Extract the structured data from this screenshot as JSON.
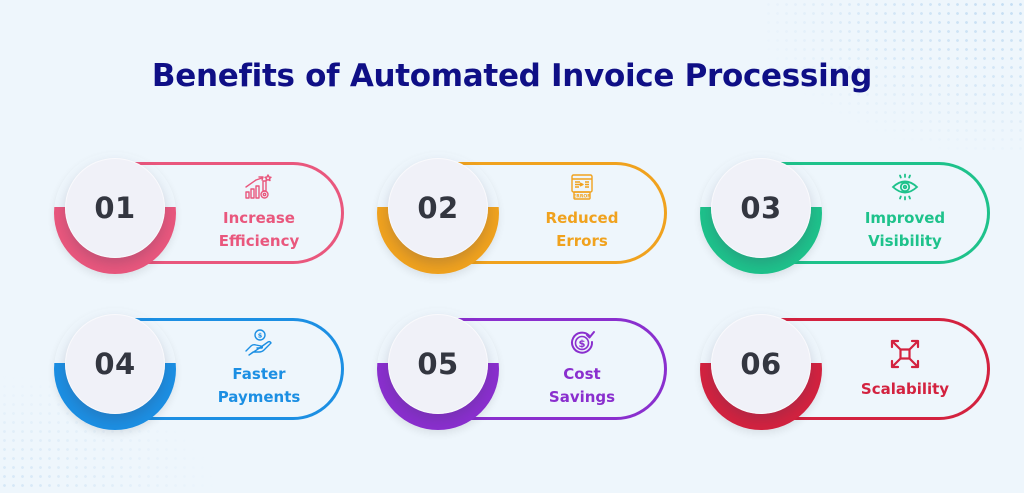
{
  "title": "Benefits of Automated Invoice Processing",
  "colors": {
    "title": "#0f0f86",
    "number_text": "#333640",
    "background": "#eef6fc"
  },
  "benefits": [
    {
      "number": "01",
      "label_line1": "Increase",
      "label_line2": "Efficiency",
      "icon": "efficiency-chart-icon",
      "color": "#e9577d"
    },
    {
      "number": "02",
      "label_line1": "Reduced",
      "label_line2": "Errors",
      "icon": "error-document-icon",
      "color": "#f0a21e"
    },
    {
      "number": "03",
      "label_line1": "Improved",
      "label_line2": "Visibility",
      "icon": "eye-icon",
      "color": "#1ec28b"
    },
    {
      "number": "04",
      "label_line1": "Faster",
      "label_line2": "Payments",
      "icon": "hand-coin-icon",
      "color": "#1c8fe3"
    },
    {
      "number": "05",
      "label_line1": "Cost",
      "label_line2": "Savings",
      "icon": "dollar-check-icon",
      "color": "#8a2fce"
    },
    {
      "number": "06",
      "label_line1": "Scalability",
      "label_line2": "",
      "icon": "scale-arrows-icon",
      "color": "#d3223f"
    }
  ]
}
